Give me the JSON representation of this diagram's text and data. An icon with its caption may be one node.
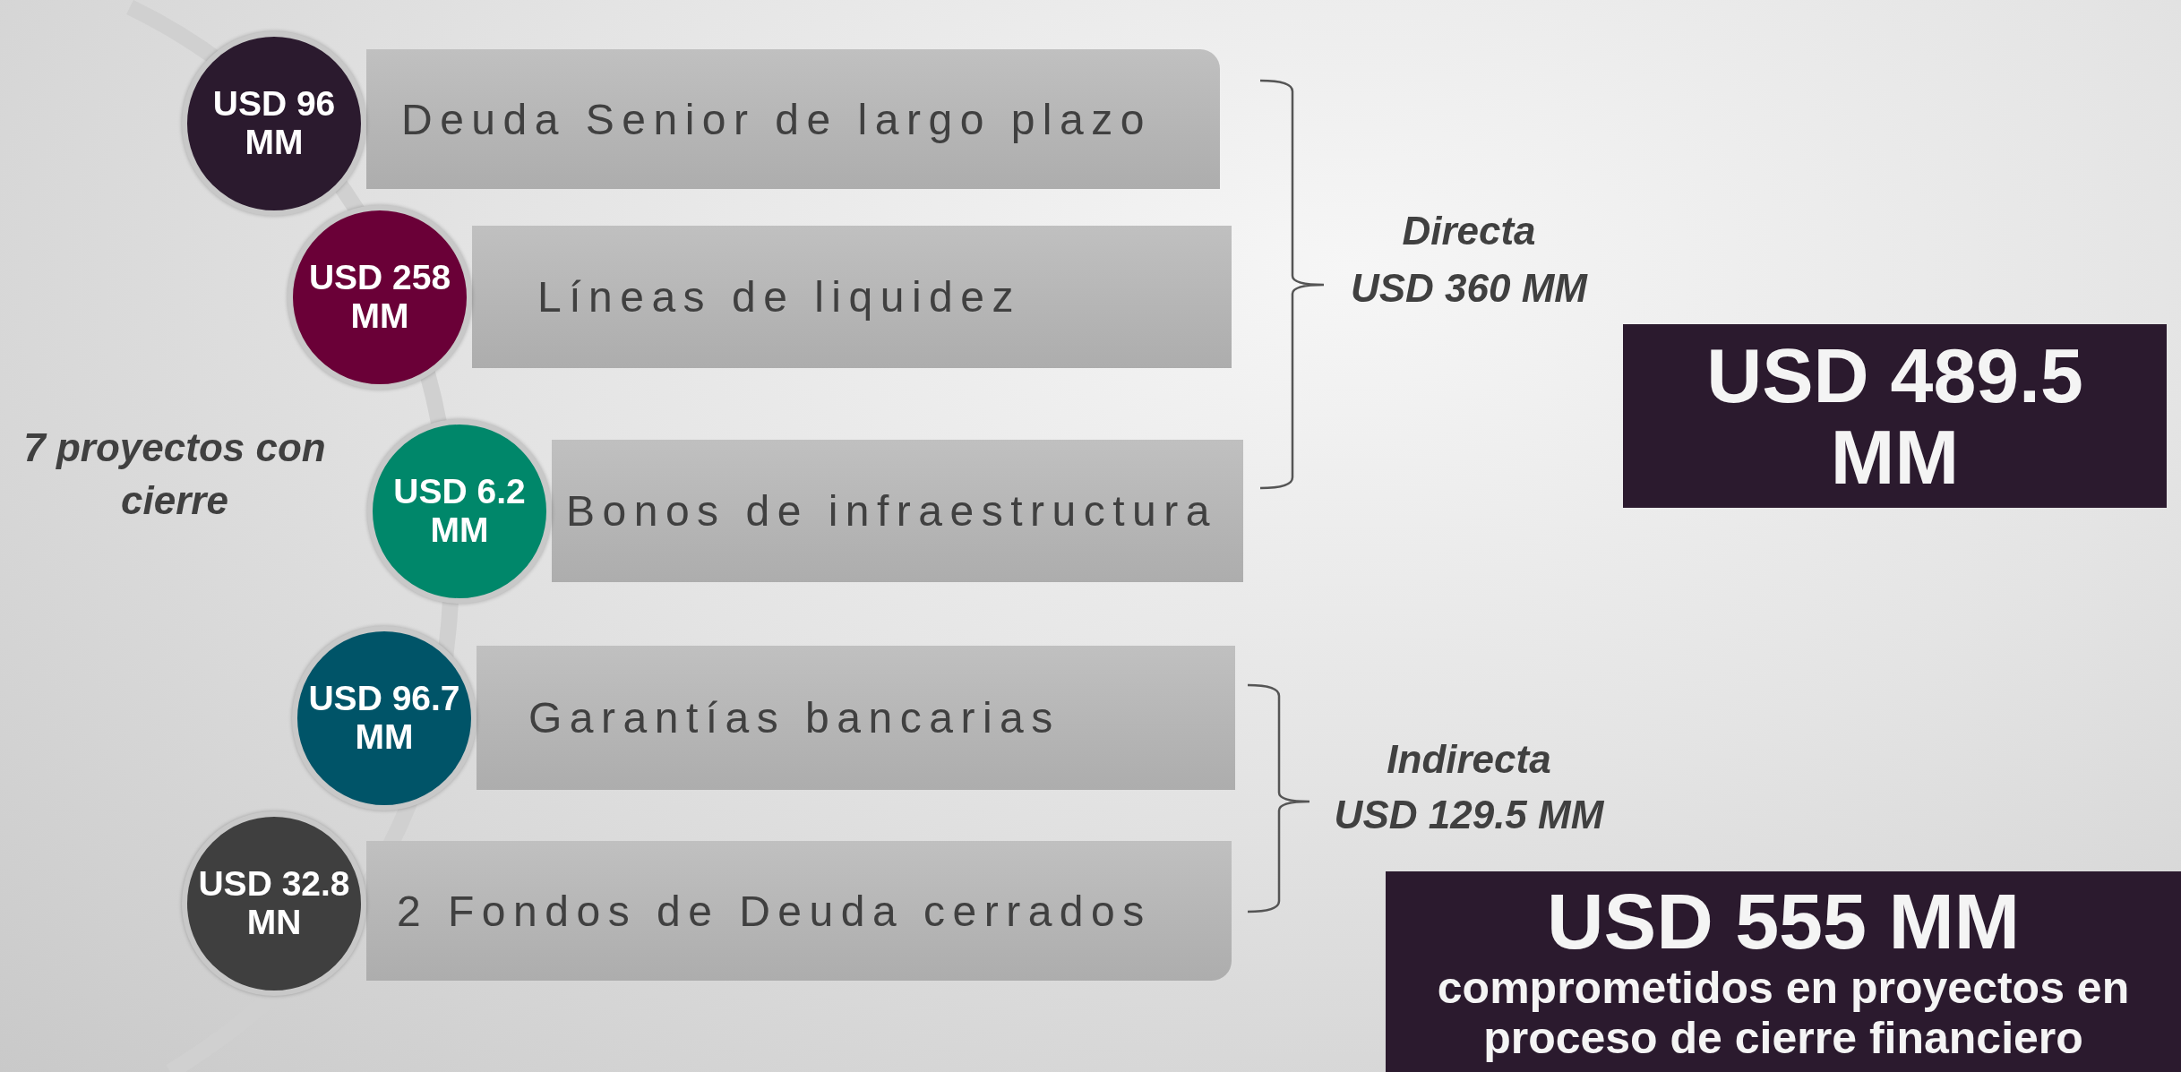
{
  "diagram": {
    "nodes": [
      {
        "text": [
          "USD 96 MM"
        ]
      },
      {
        "text": [
          "Deuda Senior de largo plazo"
        ]
      },
      {
        "text": [
          "USD 258 MM"
        ]
      },
      {
        "text": [
          "Líneas de liquidez"
        ]
      },
      {
        "text": [
          "USD 6.2 MM"
        ]
      },
      {
        "text": [
          "Bonos de infraestructura"
        ]
      },
      {
        "text": [
          "USD 96.7 MM"
        ]
      },
      {
        "text": [
          "Garantías bancarias"
        ]
      },
      {
        "text": [
          "USD 32.8 MN"
        ]
      },
      {
        "text": [
          "2 Fondos de Deuda cerrados"
        ]
      },
      {
        "text": [
          "USD 489.5 MM"
        ]
      },
      {
        "text": [
          "USD 555 MM",
          "comprometidos en proyectos en proceso de cierre financiero"
        ]
      }
    ],
    "labels": [
      "7 proyectos con cierre",
      "Directa",
      "USD 360 MM",
      "Indirecta",
      "USD 129.5 MM"
    ]
  }
}
